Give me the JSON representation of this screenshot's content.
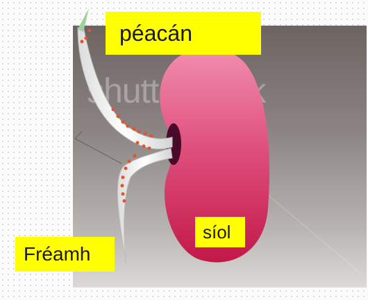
{
  "labels": {
    "shoot": "péacán",
    "seed": "síol",
    "root": "Fréamh"
  },
  "watermark": "shutterstock",
  "colors": {
    "label_background": "#ffff00",
    "seed": "#d6386a",
    "hilum": "#4a0a2a",
    "shoot_tip": "#9fd09a",
    "dots": "#e2552a"
  }
}
